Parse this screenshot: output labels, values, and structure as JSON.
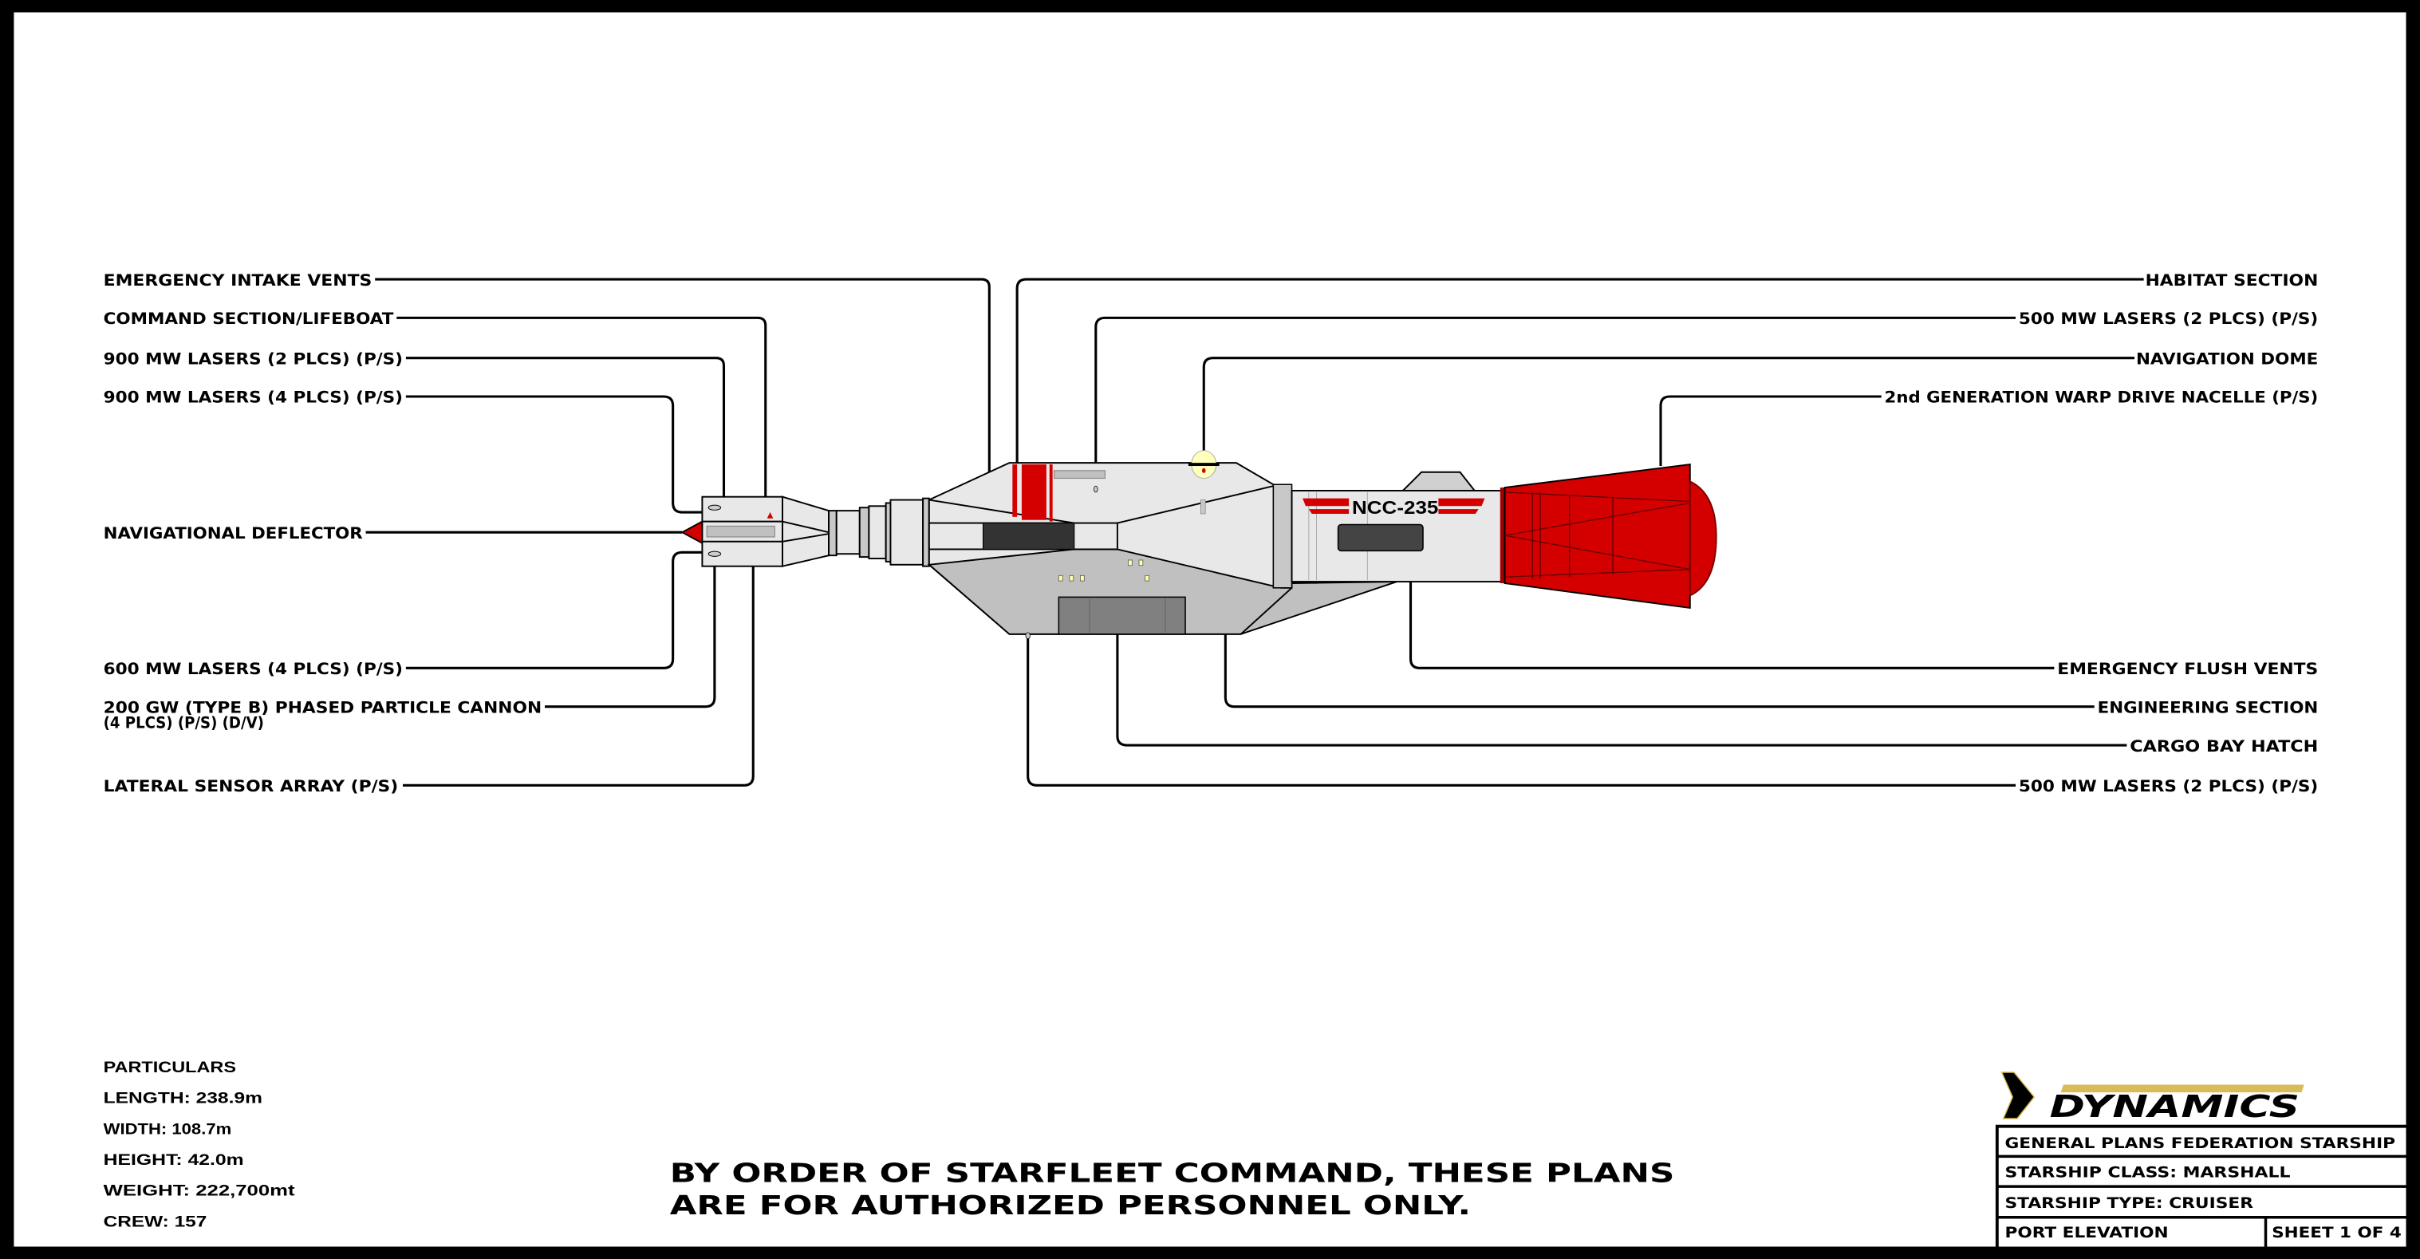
{
  "colors": {
    "hull_light": "#e8e8e8",
    "hull_grey": "#c0c0c0",
    "hatch": "#808080",
    "red": "#d40000",
    "dome": "#ffffc0",
    "logo_gold": "#d8bc58"
  },
  "registry": "NCC-235",
  "labels_left": [
    {
      "text": "EMERGENCY INTAKE VENTS"
    },
    {
      "text": "COMMAND SECTION/LIFEBOAT"
    },
    {
      "text": "900 MW LASERS (2 PLCS) (P/S)"
    },
    {
      "text": "900 MW LASERS (4 PLCS) (P/S)"
    },
    {
      "text": "NAVIGATIONAL DEFLECTOR"
    },
    {
      "text": "600 MW LASERS (4 PLCS) (P/S)"
    },
    {
      "text": "200 GW (TYPE B) PHASED PARTICLE CANNON",
      "text2": "(4 PLCS) (P/S) (D/V)"
    },
    {
      "text": "LATERAL SENSOR ARRAY (P/S)"
    }
  ],
  "labels_right": [
    {
      "text": "HABITAT SECTION"
    },
    {
      "text": "500 MW LASERS (2 PLCS) (P/S)"
    },
    {
      "text": "NAVIGATION DOME"
    },
    {
      "text": "2nd GENERATION WARP DRIVE NACELLE (P/S)"
    },
    {
      "text": "EMERGENCY FLUSH VENTS"
    },
    {
      "text": "ENGINEERING SECTION"
    },
    {
      "text": "CARGO BAY HATCH"
    },
    {
      "text": "500 MW LASERS (2 PLCS) (P/S)"
    }
  ],
  "particulars": {
    "heading": "PARTICULARS",
    "items": [
      "LENGTH: 238.9m",
      "WIDTH: 108.7m",
      "HEIGHT: 42.0m",
      "WEIGHT: 222,700mt",
      "CREW: 157"
    ]
  },
  "warning": {
    "line1": "BY ORDER OF STARFLEET COMMAND, THESE PLANS",
    "line2": "ARE FOR AUTHORIZED PERSONNEL ONLY."
  },
  "title_block": {
    "logo_text": "DYNAMICS",
    "row1": "GENERAL PLANS FEDERATION STARSHIP",
    "row2": "STARSHIP CLASS: MARSHALL",
    "row3": "STARSHIP TYPE: CRUISER",
    "row4": "PORT ELEVATION",
    "sheet": "SHEET 1 OF 4"
  }
}
